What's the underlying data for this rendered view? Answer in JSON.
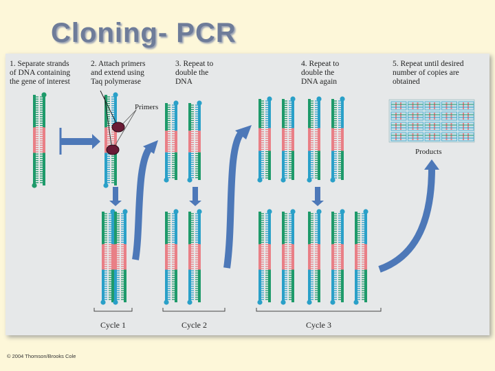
{
  "slide": {
    "title": "Cloning- PCR",
    "copyright": "© 2004 Thomson/Brooks Cole"
  },
  "figure": {
    "steps": [
      "1. Separate strands\nof DNA containing\nthe gene of interest",
      "2. Attach primers\nand extend using\nTaq polymerase",
      "3. Repeat to\ndouble the\nDNA",
      "4. Repeat to\ndouble the\nDNA again",
      "5. Repeat until desired\nnumber of copies are\nobtained"
    ],
    "primers_label": "Primers",
    "products_label": "Products",
    "cycles": [
      "Cycle 1",
      "Cycle 2",
      "Cycle 3"
    ]
  },
  "colors": {
    "strand": "#1e9a6a",
    "gene": "#e97f86",
    "new_strand": "#2aa0c8",
    "arrow": "#4d78b8",
    "primer": "#6a1b36"
  }
}
